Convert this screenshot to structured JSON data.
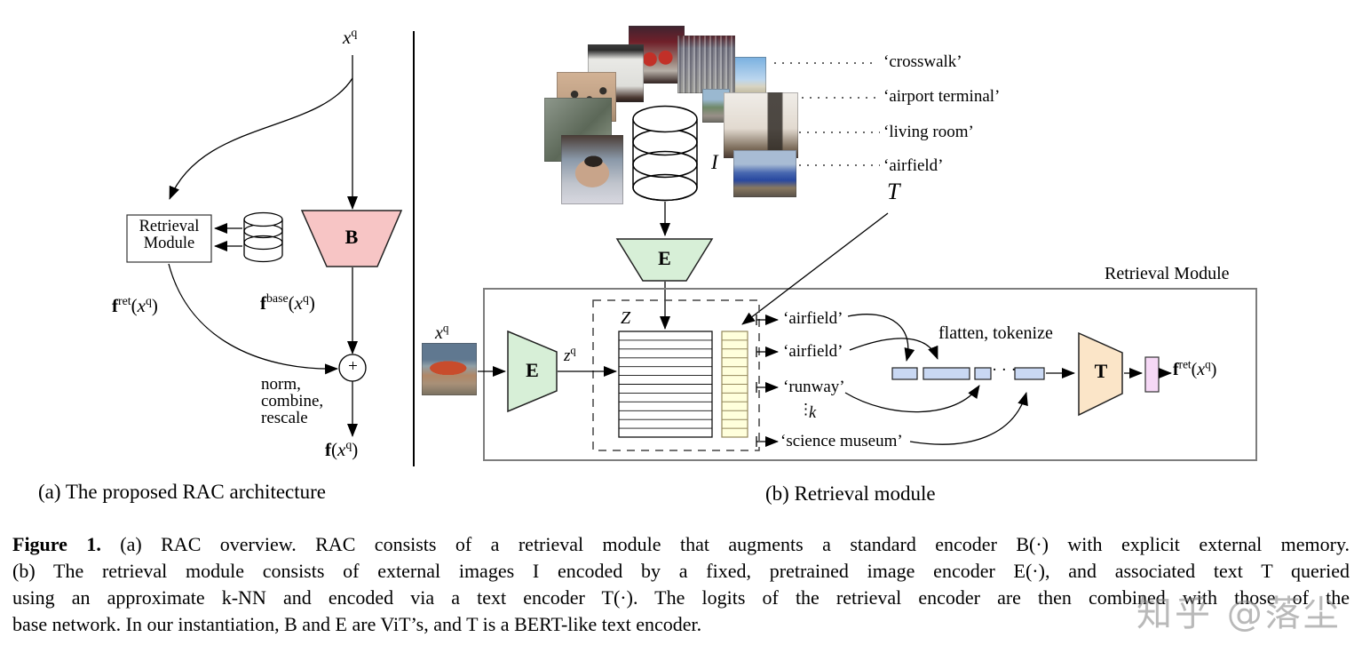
{
  "figure": {
    "panel_a": {
      "caption": "(a) The proposed RAC architecture",
      "module_box": {
        "line1": "Retrieval",
        "line2": "Module"
      },
      "base_encoder_label": "B",
      "combine_note": {
        "line1": "norm,",
        "line2": "combine,",
        "line3": "rescale"
      },
      "plus_symbol": "+"
    },
    "panel_b": {
      "caption": "(b) Retrieval module",
      "module_title": "Retrieval Module",
      "memory_text_labels": {
        "l1": "‘crosswalk’",
        "l2": "‘airport terminal’",
        "l3": "‘living room’",
        "l4": "‘airfield’"
      },
      "image_set_label": "I",
      "text_set_label": "T",
      "embedding_set_label": "Z",
      "encoder_top_label": "E",
      "encoder_query_label": "E",
      "text_encoder_label": "T",
      "retrieved_text": {
        "r1": "‘airfield’",
        "r2": "‘airfield’",
        "r3": "‘runway’",
        "r4": "‘science museum’"
      },
      "k_label": "k",
      "vdots": "⋮",
      "flatten_label": "flatten, tokenize",
      "token_dots": "· · ·"
    },
    "math": {
      "x": "x",
      "q": "q",
      "z": "z",
      "f": "f",
      "ret": "ret",
      "base": "base",
      "open": "(",
      "close": ")"
    },
    "caption": {
      "fig_label": "Figure 1.",
      "line1": " (a) RAC overview. RAC consists of a retrieval module that augments a standard encoder B(·) with explicit external memory.",
      "line2": "(b) The retrieval module consists of external images I encoded by a fixed, pretrained image encoder E(·), and associated text T queried",
      "line3": "using an approximate k-NN and encoded via a text encoder T(·). The logits of the retrieval encoder are then combined with those of the",
      "line4": "base network. In our instantiation, B and E are ViT’s, and T is a BERT-like text encoder."
    },
    "watermark": "知乎 @落尘",
    "colors": {
      "base_encoder_fill": "#f7c5c5",
      "image_encoder_fill": "#d7efd7",
      "text_encoder_fill": "#fbe5c8",
      "text_embedding_fill": "#ffffdc",
      "token_fill": "#c9d8f3",
      "logit_fill": "#f6d8f6",
      "box_gray": "#7d7d7d"
    }
  }
}
